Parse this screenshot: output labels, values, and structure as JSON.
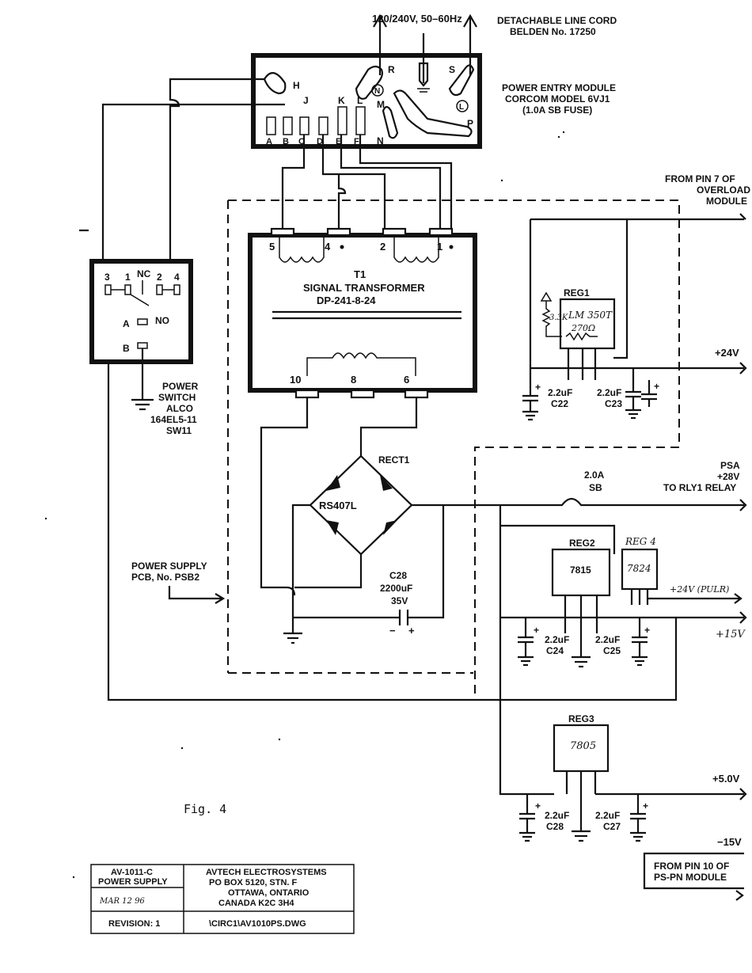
{
  "line_cord": {
    "voltage": "120/240V, 50–60Hz",
    "title": "DETACHABLE LINE CORD",
    "part": "BELDEN No. 17250"
  },
  "pem": {
    "title": "POWER ENTRY MODULE",
    "model": "CORCOM MODEL 6VJ1",
    "fuse": "(1.0A SB FUSE)",
    "top_labels": [
      "H",
      "J",
      "K",
      "L",
      "M",
      "R",
      "S",
      "N",
      "P"
    ],
    "bottom_labels": [
      "A",
      "B",
      "C",
      "D",
      "E",
      "F"
    ],
    "symbols": [
      "N",
      "L"
    ]
  },
  "from_pin7": [
    "FROM PIN 7 OF",
    "OVERLOAD",
    "MODULE"
  ],
  "transformer": {
    "ref": "T1",
    "name": "SIGNAL TRANSFORMER",
    "part": "DP-241-8-24",
    "primary_pins": [
      "5",
      "4",
      "2",
      "1"
    ],
    "secondary_pins": [
      "10",
      "8",
      "6"
    ]
  },
  "switch": {
    "pins": [
      "3",
      "1",
      "NC",
      "2",
      "4"
    ],
    "a": "A",
    "b": "B",
    "no": "NO",
    "label": [
      "POWER",
      "SWITCH",
      "ALCO",
      "164EL5-11",
      "SW11"
    ]
  },
  "reg1": {
    "ref": "REG1",
    "part": "LM 350T",
    "r1": "3.3K",
    "r2": "270Ω",
    "out": "+24V"
  },
  "c22": {
    "value": "2.2uF",
    "ref": "C22"
  },
  "c23": {
    "value": "2.2uF",
    "ref": "C23"
  },
  "rect1": {
    "ref": "RECT1",
    "part": "RS407L"
  },
  "c28a": {
    "ref": "C28",
    "value": "2200uF",
    "volt": "35V",
    "minus": "−",
    "plus": "+"
  },
  "fuse2": {
    "value": "2.0A",
    "type": "SB"
  },
  "psa": [
    "PSA",
    "+28V",
    "TO RLY1 RELAY"
  ],
  "reg2": {
    "ref": "REG2",
    "part": "7815"
  },
  "reg4": {
    "ref": "REG 4",
    "part": "7824",
    "out": "+24V (PULR)"
  },
  "plus15": "+15V",
  "c24": {
    "value": "2.2uF",
    "ref": "C24"
  },
  "c25": {
    "value": "2.2uF",
    "ref": "C25"
  },
  "reg3": {
    "ref": "REG3",
    "part": "7805"
  },
  "plus5": "+5.0V",
  "c28b": {
    "value": "2.2uF",
    "ref": "C28"
  },
  "c27": {
    "value": "2.2uF",
    "ref": "C27"
  },
  "minus15": "−15V",
  "from_pin10": [
    "FROM PIN 10 OF",
    "PS-PN MODULE"
  ],
  "psb": [
    "POWER SUPPLY",
    "PCB, No. PSB2"
  ],
  "fig": "Fig. 4",
  "title_block": {
    "product": [
      "AV-1011-C",
      "POWER SUPPLY"
    ],
    "date": "MAR 12 96",
    "revision": "REVISION: 1",
    "company": [
      "AVTECH ELECTROSYSTEMS",
      "PO BOX 5120, STN. F",
      "OTTAWA, ONTARIO",
      "CANADA  K2C 3H4"
    ],
    "file": "\\CIRC1\\AV1010PS.DWG"
  }
}
